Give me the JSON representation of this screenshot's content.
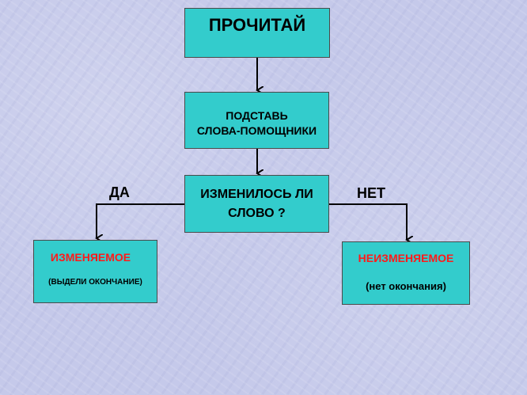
{
  "nodes": {
    "read": "ПРОЧИТАЙ",
    "substitute": {
      "line1": "ПОДСТАВЬ",
      "line2": "СЛОВА-ПОМОЩНИКИ"
    },
    "question": {
      "line1": "ИЗМЕНИЛОСЬ ЛИ",
      "line2": "СЛОВО ?"
    },
    "changeable": {
      "title": "ИЗМЕНЯЕМОЕ",
      "note": "(ВЫДЕЛИ ОКОНЧАНИЕ)"
    },
    "unchangeable": {
      "title": "НЕИЗМЕНЯЕМОЕ",
      "note": "(нет окончания)"
    }
  },
  "branches": {
    "yes": "ДА",
    "no": "НЕТ"
  },
  "colors": {
    "box_fill": "#33cccc",
    "box_border": "#4a4a4a",
    "highlight_text": "#ff1a1a",
    "background": "#c5c9ea"
  }
}
